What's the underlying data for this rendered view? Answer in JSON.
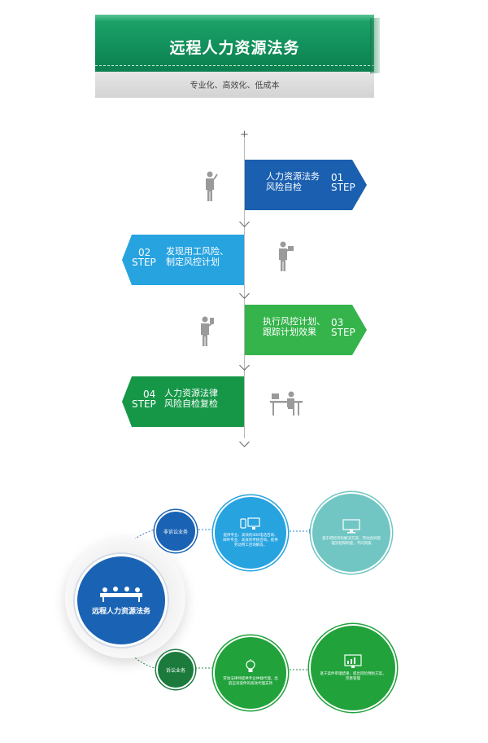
{
  "header": {
    "title": "远程人力资源法务",
    "subtitle": "专业化、高效化、低成本"
  },
  "steps": [
    {
      "text_line1": "人力资源法务",
      "text_line2": "风险自检",
      "num": "01",
      "step": "STEP",
      "color": "#1a5fb0"
    },
    {
      "text_line1": "发现用工风险、",
      "text_line2": "制定风控计划",
      "num": "02",
      "step": "STEP",
      "color": "#27a3e0"
    },
    {
      "text_line1": "执行风控计划、",
      "text_line2": "跟踪计划效果",
      "num": "03",
      "step": "STEP",
      "color": "#34b44a"
    },
    {
      "text_line1": "人力资源法律",
      "text_line2": "风险自检复检",
      "num": "04",
      "step": "STEP",
      "color": "#169748"
    }
  ],
  "diagram": {
    "center_label": "远程人力资源法务",
    "non_litigation_label": "非诉讼业务",
    "litigation_label": "诉讼业务",
    "non_lit_detail_1": "提供专业、高效的400电话咨询、邮件专业、高效的传统咨询。提供劳动用工咨询解答。",
    "non_lit_detail_2": "基于把控风险解决方案，劳动合同管理流程和制度，不同资质",
    "lit_detail_1": "劳动法律师提供专业仲裁代理，出庭应诉案件的高效代理支持",
    "lit_detail_2": "基于案件审理结果，提出风险预防方案，完善管理",
    "colors": {
      "dark_blue": "#1a63b4",
      "blue": "#27a3e0",
      "teal": "#71c6c4",
      "dark_green": "#1b7a3c",
      "green": "#21a23b"
    }
  }
}
